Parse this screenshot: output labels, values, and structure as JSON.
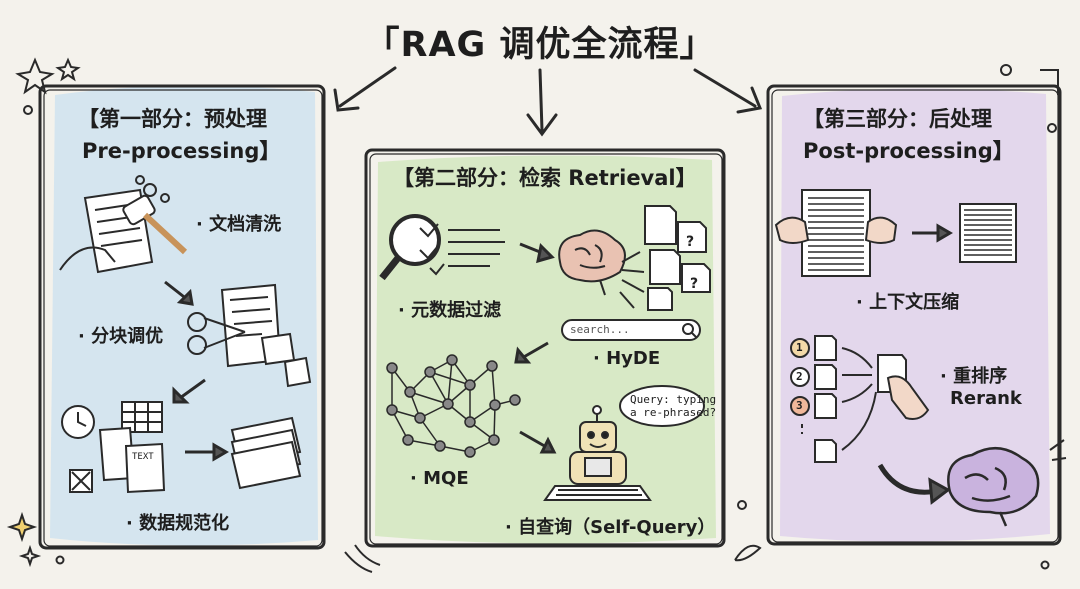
{
  "title": "「RAG 调优全流程」",
  "sections": [
    {
      "heading_line1": "【第一部分：预处理",
      "heading_line2": "Pre-processing】",
      "color": "#cfe3f0",
      "steps": [
        "· 文档清洗",
        "· 分块调优",
        "· 数据规范化"
      ]
    },
    {
      "heading_line1": "【第二部分：检索 Retrieval】",
      "color": "#d5e8c2",
      "steps": [
        "· 元数据过滤",
        "· HyDE",
        "· MQE",
        "· 自查询（Self-Query）"
      ],
      "search_placeholder": "search...",
      "speech_line1": "Query: typing",
      "speech_line2": "a re-phrased?"
    },
    {
      "heading_line1": "【第三部分：后处理",
      "heading_line2": "Post-processing】",
      "color": "#e1d4ec",
      "steps": [
        "· 上下文压缩",
        "· 重排序",
        "Rerank"
      ],
      "rank_numbers": [
        "1",
        "2",
        "3"
      ]
    }
  ],
  "doc_label_text": "TEXT"
}
